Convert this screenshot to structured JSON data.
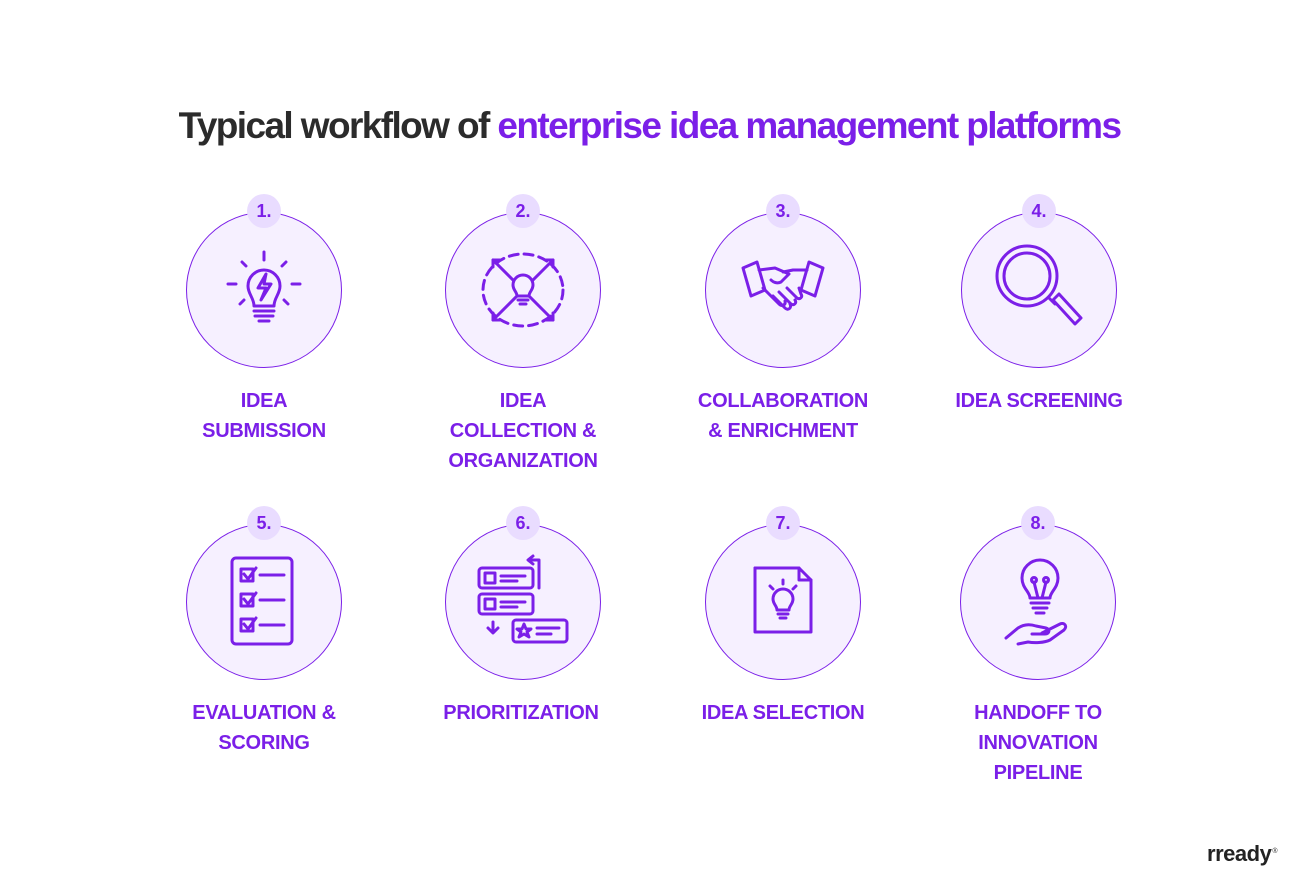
{
  "title": {
    "plain": "Typical workflow of ",
    "accent": "enterprise idea management platforms"
  },
  "steps": [
    {
      "number": "1.",
      "lines": [
        "IDEA",
        "SUBMISSION"
      ],
      "icon": "lightbulb-bolt-icon"
    },
    {
      "number": "2.",
      "lines": [
        "IDEA",
        "COLLECTION &",
        "ORGANIZATION"
      ],
      "icon": "lightbulb-cycle-icon"
    },
    {
      "number": "3.",
      "lines": [
        "COLLABORATION",
        "& ENRICHMENT"
      ],
      "icon": "handshake-icon"
    },
    {
      "number": "4.",
      "lines": [
        "IDEA SCREENING"
      ],
      "icon": "magnifier-icon"
    },
    {
      "number": "5.",
      "lines": [
        "EVALUATION &",
        "SCORING"
      ],
      "icon": "checklist-icon"
    },
    {
      "number": "6.",
      "lines": [
        "PRIORITIZATION"
      ],
      "icon": "priority-list-icon"
    },
    {
      "number": "7.",
      "lines": [
        "IDEA SELECTION"
      ],
      "icon": "lightbulb-document-icon"
    },
    {
      "number": "8.",
      "lines": [
        "HANDOFF TO",
        "INNOVATION",
        "PIPELINE"
      ],
      "icon": "hand-lightbulb-icon"
    }
  ],
  "logo": {
    "text": "rready",
    "mark": "®"
  },
  "colors": {
    "accent": "#7b1fe8",
    "circle_fill": "#f6f0ff",
    "badge_fill": "#e9dcff",
    "title": "#2b2b2b"
  }
}
